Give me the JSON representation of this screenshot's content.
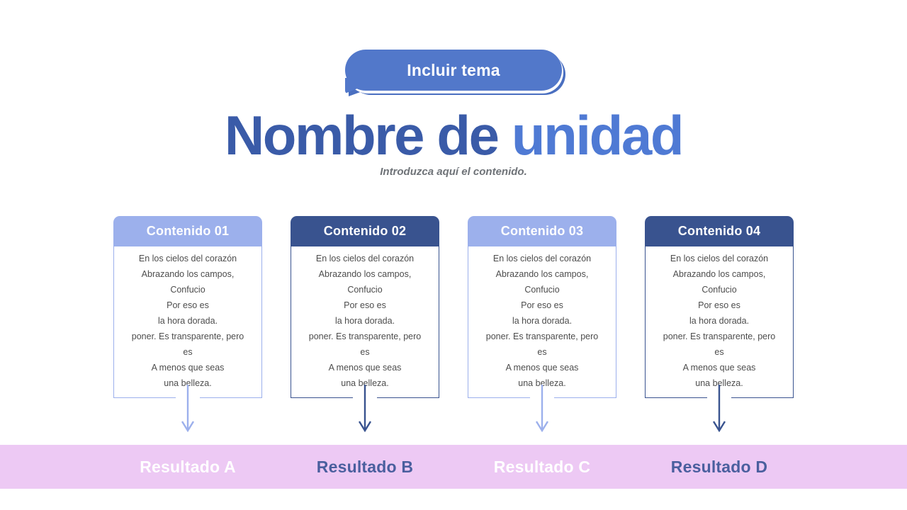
{
  "bubble": {
    "label": "Incluir tema",
    "fill": "#5278ca",
    "text_color": "#ffffff"
  },
  "title": {
    "part_dark": "Nombre de ",
    "part_light": "unidad",
    "color_dark": "#3a5ba8",
    "color_light": "#4f7ad4",
    "subtitle": "Introduzca aquí el contenido."
  },
  "palette": {
    "light_blue": "#9cb0ec",
    "dark_blue": "#39538f",
    "pink_bar": "#edc9f4",
    "body_text": "#4d4d4d",
    "white": "#ffffff"
  },
  "cards": [
    {
      "header": "Contenido 01",
      "theme": "light",
      "header_bg": "#9cb0ec",
      "border_color": "#9cb0ec",
      "arrow_color": "#9cb0ec",
      "lines": [
        "En los cielos del corazón",
        "Abrazando los campos,",
        "Confucio",
        "Por eso es",
        "la hora dorada.",
        "poner. Es transparente, pero",
        "es",
        "A menos que seas",
        "una belleza."
      ]
    },
    {
      "header": "Contenido 02",
      "theme": "dark",
      "header_bg": "#39538f",
      "border_color": "#39538f",
      "arrow_color": "#39538f",
      "lines": [
        "En los cielos del corazón",
        "Abrazando los campos,",
        "Confucio",
        "Por eso es",
        "la hora dorada.",
        "poner. Es transparente, pero",
        "es",
        "A menos que seas",
        "una belleza."
      ]
    },
    {
      "header": "Contenido 03",
      "theme": "light",
      "header_bg": "#9cb0ec",
      "border_color": "#9cb0ec",
      "arrow_color": "#9cb0ec",
      "lines": [
        "En los cielos del corazón",
        "Abrazando los campos,",
        "Confucio",
        "Por eso es",
        "la hora dorada.",
        "poner. Es transparente, pero",
        "es",
        "A menos que seas",
        "una belleza."
      ]
    },
    {
      "header": "Contenido 04",
      "theme": "dark",
      "header_bg": "#39538f",
      "border_color": "#39538f",
      "arrow_color": "#39538f",
      "lines": [
        "En los cielos del corazón",
        "Abrazando los campos,",
        "Confucio",
        "Por eso es",
        "la hora dorada.",
        "poner. Es transparente, pero",
        "es",
        "A menos que seas",
        "una belleza."
      ]
    }
  ],
  "results": [
    {
      "label": "Resultado A",
      "color": "#ffffff"
    },
    {
      "label": "Resultado B",
      "color": "#4a5f9e"
    },
    {
      "label": "Resultado C",
      "color": "#ffffff"
    },
    {
      "label": "Resultado D",
      "color": "#4a5f9e"
    }
  ]
}
